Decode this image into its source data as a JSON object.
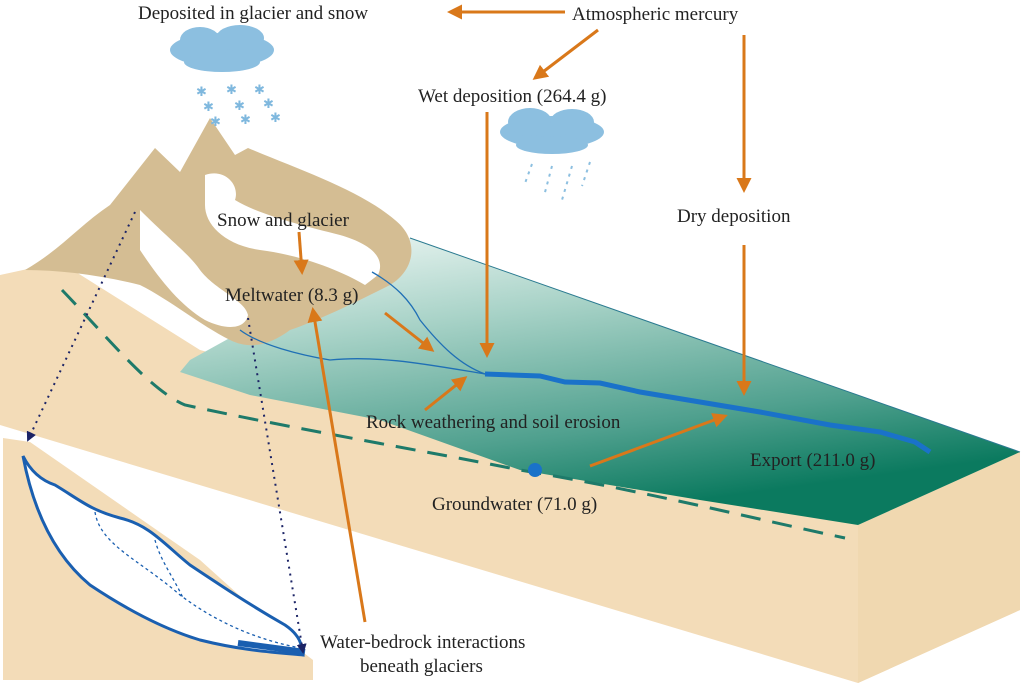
{
  "title": "Mercury cycle in a glacierized catchment",
  "labels": {
    "atmospheric": "Atmospheric mercury",
    "deposited_glacier": "Deposited in glacier and snow",
    "wet_deposition": "Wet deposition (264.4 g)",
    "dry_deposition": "Dry deposition",
    "snow_glacier": "Snow and glacier",
    "meltwater": "Meltwater (8.3 g)",
    "rock_weathering": "Rock weathering and soil erosion",
    "export": "Export (211.0 g)",
    "groundwater": "Groundwater (71.0 g)",
    "bedrock_line1": "Water-bedrock interactions",
    "bedrock_line2": "beneath glaciers"
  },
  "colors": {
    "arrow": "#d9781a",
    "mountain": "#d4bd93",
    "land": "#f3dcb8",
    "river": "#1a72c9",
    "cloud": "#8cbfe0",
    "water_table": "#1e7a6a"
  }
}
